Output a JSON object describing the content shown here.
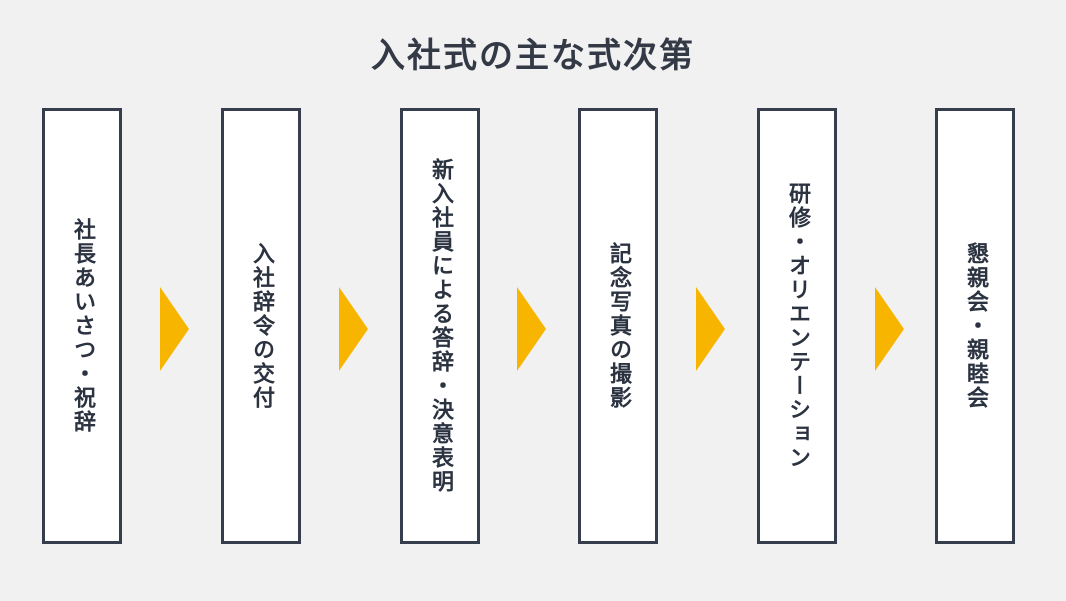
{
  "title": "入社式の主な式次第",
  "steps": [
    {
      "label": "社長あいさつ・祝辞"
    },
    {
      "label": "入社辞令の交付"
    },
    {
      "label": "新入社員による答辞・決意表明"
    },
    {
      "label": "記念写真の撮影"
    },
    {
      "label": "研修・オリエンテーション"
    },
    {
      "label": "懇親会・親睦会"
    }
  ],
  "colors": {
    "background": "#f1f1f1",
    "box_border": "#363e4d",
    "box_fill": "#ffffff",
    "arrow": "#f7b500",
    "text": "#2b3240"
  }
}
